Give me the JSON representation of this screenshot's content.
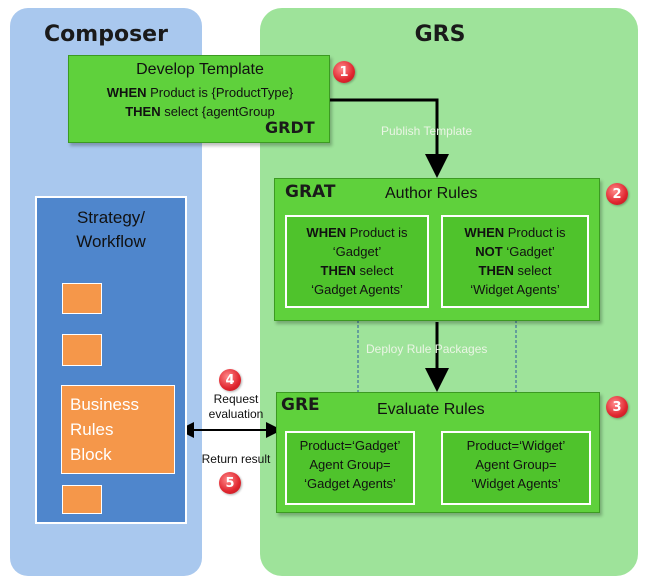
{
  "composer": {
    "title": "Composer",
    "strategy": {
      "title_line1": "Strategy/",
      "title_line2": "Workflow"
    },
    "block": {
      "line1": "Business",
      "line2": "Rules",
      "line3": "Block"
    }
  },
  "grs": {
    "title": "GRS",
    "grdt": {
      "tag": "GRDT",
      "title": "Develop Template",
      "when_kw": "WHEN",
      "when_text": " Product is {ProductType}",
      "then_kw": "THEN",
      "then_text": " select {agentGroup",
      "badge": "1"
    },
    "publish_label": "Publish Template",
    "grat": {
      "tag": "GRAT",
      "title": "Author Rules",
      "badge": "2",
      "rule1": {
        "when_kw": "WHEN",
        "when_text": " Product is",
        "value": "‘Gadget’",
        "then_kw": "THEN",
        "then_text": " select",
        "target": "‘Gadget Agents’"
      },
      "rule2": {
        "when_kw": "WHEN",
        "when_text": " Product is",
        "not_kw": "NOT",
        "value": " ‘Gadget’",
        "then_kw": "THEN",
        "then_text": " select",
        "target": "‘Widget Agents’"
      }
    },
    "deploy_label": "Deploy Rule Packages",
    "gre": {
      "tag": "GRE",
      "title": "Evaluate Rules",
      "badge": "3",
      "result1": {
        "line1": "Product=‘Gadget’",
        "line2": "Agent Group=",
        "line3": "‘Gadget Agents’"
      },
      "result2": {
        "line1": "Product=‘Widget’",
        "line2": "Agent Group=",
        "line3": "‘Widget Agents’"
      }
    }
  },
  "exchange": {
    "request_badge": "4",
    "request_line1": "Request",
    "request_line2": "evaluation",
    "return_label": "Return result",
    "return_badge": "5"
  },
  "colors": {
    "composer_bg": "#a9c8ee",
    "grs_bg": "#9ee39a",
    "box_green": "#5fd13c",
    "strategy_blue": "#4f86cc",
    "block_orange": "#f5974a",
    "badge_red": "#e0262f"
  }
}
